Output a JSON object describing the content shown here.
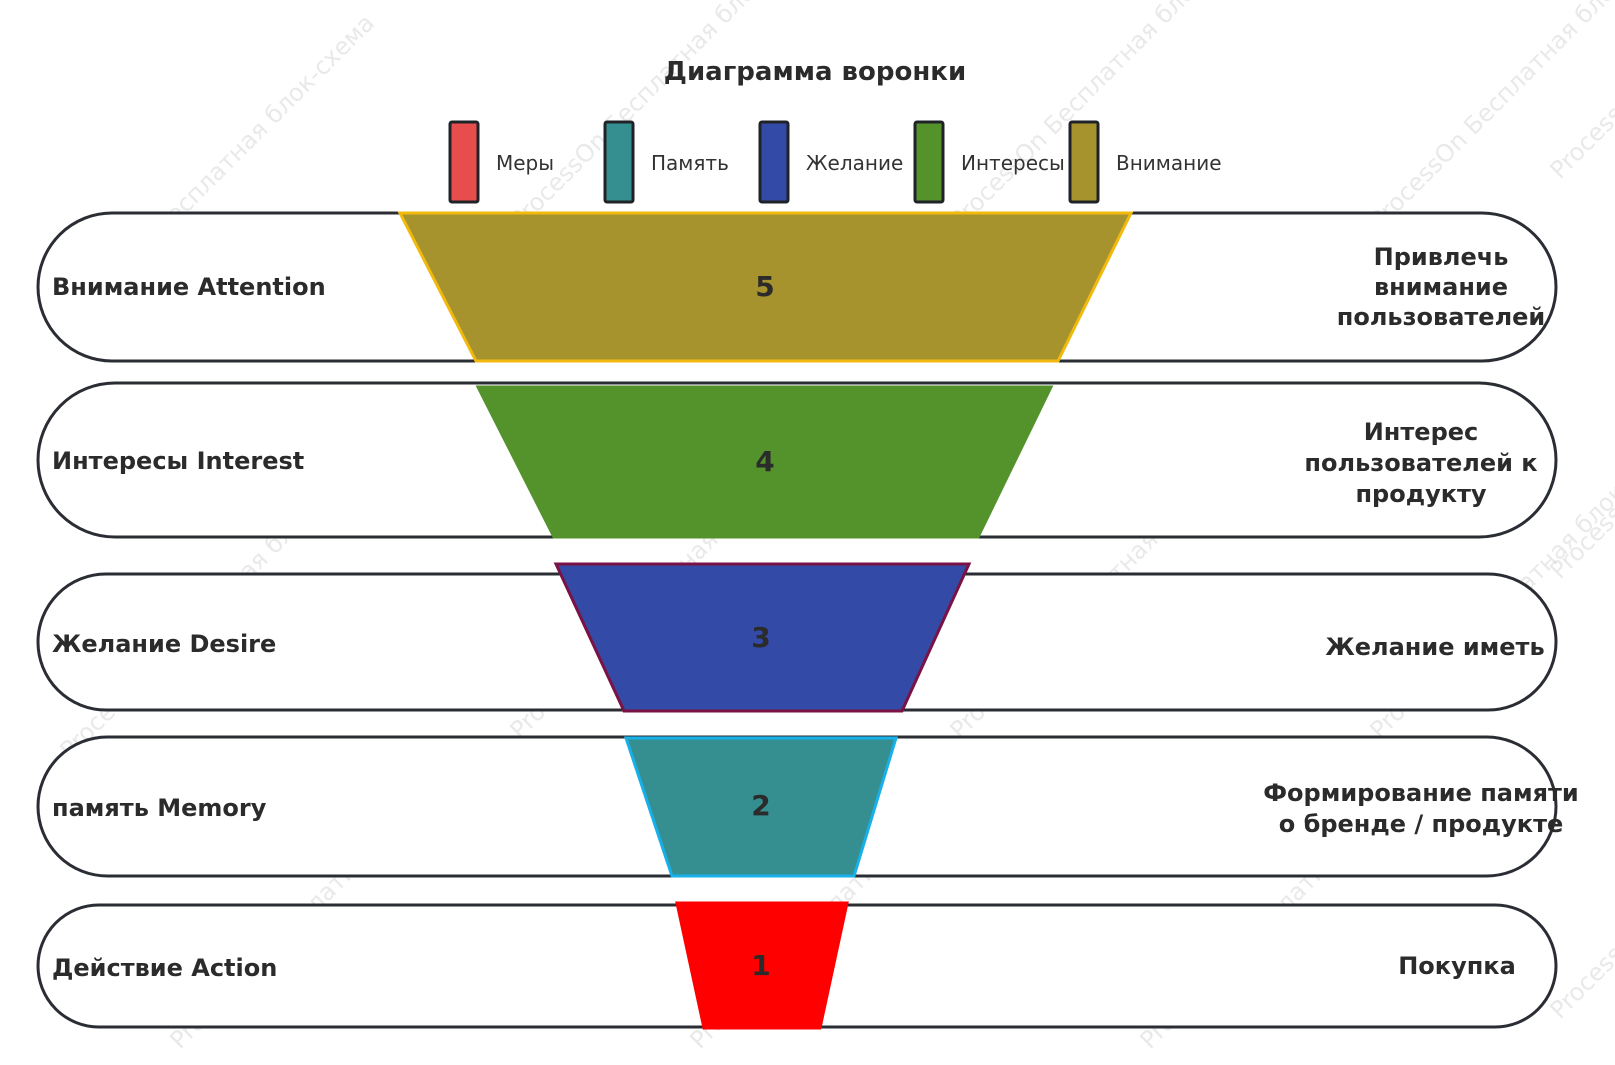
{
  "title": "Диаграмма воронки",
  "watermark": "ProcessOn Бесплатная блок-схема",
  "legend": [
    {
      "label": "Меры",
      "color": "#e84d4d"
    },
    {
      "label": "Память",
      "color": "#358f90"
    },
    {
      "label": "Желание",
      "color": "#334aa6"
    },
    {
      "label": "Интересы",
      "color": "#54922c"
    },
    {
      "label": "Внимание",
      "color": "#a6932e"
    }
  ],
  "rows": [
    {
      "left": "Внимание Attention",
      "right": [
        "Привлечь",
        "внимание",
        "пользователей"
      ],
      "value": "5",
      "fill": "#a6932e",
      "stroke": "#f2b90d"
    },
    {
      "left": "Интересы Interest",
      "right": [
        "Интерес",
        "пользователей к",
        "продукту"
      ],
      "value": "4",
      "fill": "#54922c",
      "stroke": "#54922c"
    },
    {
      "left": "Желание Desire",
      "right": [
        "Желание иметь"
      ],
      "value": "3",
      "fill": "#334aa6",
      "stroke": "#7a1245"
    },
    {
      "left": "память Memory",
      "right": [
        "Формирование памяти",
        "о бренде / продукте"
      ],
      "value": "2",
      "fill": "#358f90",
      "stroke": "#17b0e8"
    },
    {
      "left": "Действие Action",
      "right": [
        "Покупка"
      ],
      "value": "1",
      "fill": "#ff0000",
      "stroke": "#ff0000"
    }
  ]
}
